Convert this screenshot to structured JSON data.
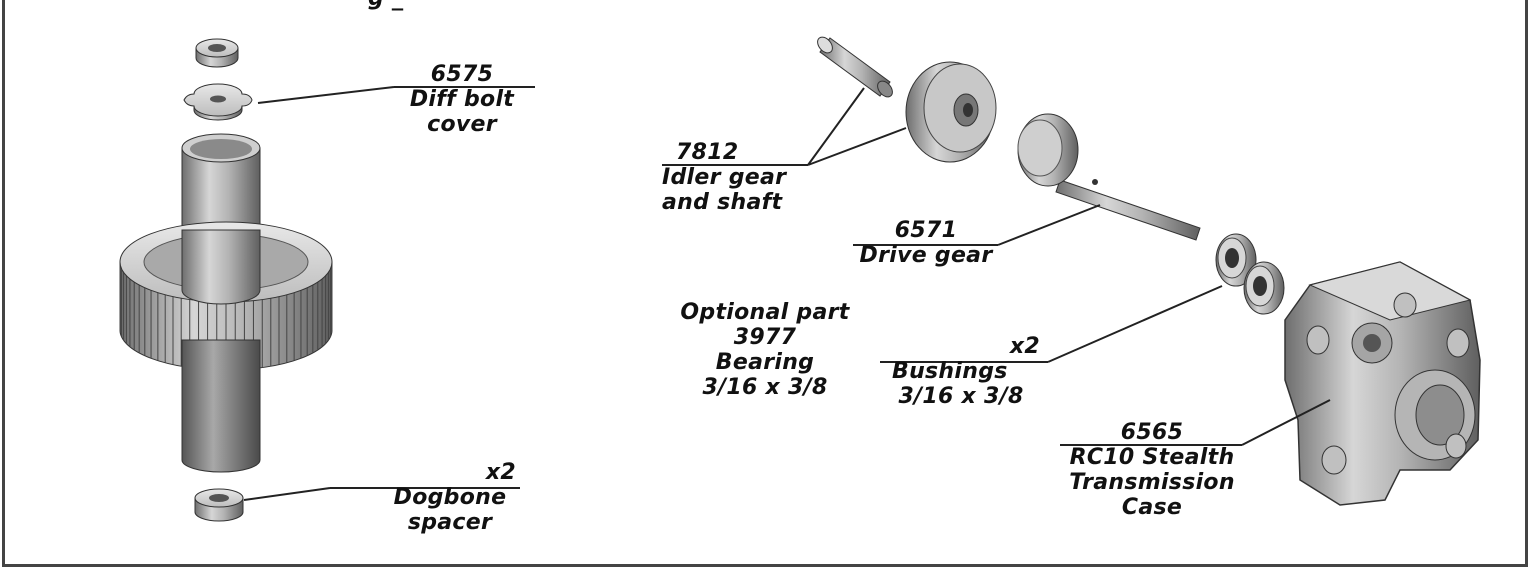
{
  "header": {
    "partial_title": "g   _"
  },
  "parts": [
    {
      "id": "diff-bolt-cover",
      "number": "6575",
      "lines": [
        "Diff bolt",
        "cover"
      ],
      "qty": ""
    },
    {
      "id": "dogbone-spacer",
      "number": "",
      "lines": [
        "Dogbone",
        "spacer"
      ],
      "qty": "x2"
    },
    {
      "id": "idler-gear",
      "number": "7812",
      "lines": [
        "Idler gear",
        "and shaft"
      ],
      "qty": ""
    },
    {
      "id": "drive-gear",
      "number": "6571",
      "lines": [
        "Drive gear"
      ],
      "qty": ""
    },
    {
      "id": "optional-bearing",
      "heading": "Optional part",
      "number": "3977",
      "lines": [
        "Bearing",
        "3/16 x 3/8"
      ],
      "qty": ""
    },
    {
      "id": "bushings",
      "number": "",
      "lines": [
        "Bushings",
        "3/16 x 3/8"
      ],
      "qty": "x2"
    },
    {
      "id": "transmission-case",
      "number": "6565",
      "lines": [
        "RC10 Stealth",
        "Transmission",
        "Case"
      ],
      "qty": ""
    }
  ]
}
